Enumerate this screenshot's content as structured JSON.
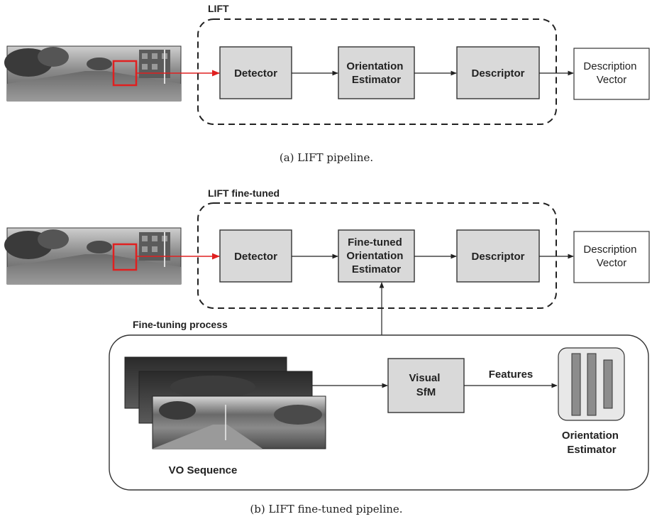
{
  "panel_a": {
    "group_title": "LIFT",
    "detector": "Detector",
    "orientation_line1": "Orientation",
    "orientation_line2": "Estimator",
    "descriptor": "Descriptor",
    "output_line1": "Description",
    "output_line2": "Vector",
    "caption": "(a) LIFT pipeline."
  },
  "panel_b": {
    "group_title": "LIFT fine-tuned",
    "detector": "Detector",
    "orientation_line1": "Fine-tuned",
    "orientation_line2": "Orientation",
    "orientation_line3": "Estimator",
    "descriptor": "Descriptor",
    "output_line1": "Description",
    "output_line2": "Vector",
    "process_title": "Fine-tuning process",
    "sfm_line1": "Visual",
    "sfm_line2": "SfM",
    "features": "Features",
    "sequence": "VO Sequence",
    "net_line1": "Orientation",
    "net_line2": "Estimator",
    "caption": "(b) LIFT fine-tuned pipeline."
  },
  "colors": {
    "box_fill": "#d9d9d9",
    "highlight": "#e02020",
    "network_fill": "#e8e8e8",
    "layer_fill": "#8c8c8c"
  }
}
